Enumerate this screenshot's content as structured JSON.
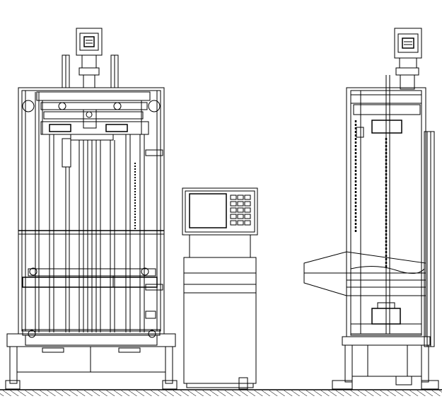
{
  "drawing": {
    "background": "#ffffff",
    "line_color": "#000000",
    "views": [
      {
        "id": "front-view",
        "label": ""
      },
      {
        "id": "control-cabinet",
        "label": ""
      },
      {
        "id": "side-view",
        "label": ""
      }
    ]
  }
}
